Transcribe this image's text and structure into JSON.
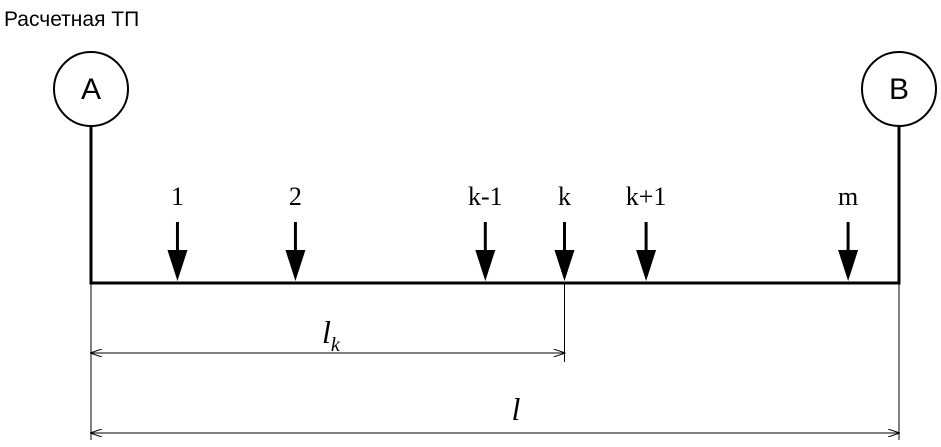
{
  "header": {
    "title": "Расчетная ТП"
  },
  "nodes": [
    {
      "id": "A",
      "label": "A"
    },
    {
      "id": "B",
      "label": "B"
    }
  ],
  "loads": [
    {
      "label": "1",
      "position": 0.107
    },
    {
      "label": "2",
      "position": 0.253
    },
    {
      "label": "k-1",
      "position": 0.488
    },
    {
      "label": "k",
      "position": 0.586
    },
    {
      "label": "k+1",
      "position": 0.687
    },
    {
      "label": "m",
      "position": 0.937
    }
  ],
  "dimensions": {
    "partial": {
      "symbol": "l",
      "subscript": "k",
      "to_load_index": 3
    },
    "total": {
      "symbol": "l"
    }
  },
  "colors": {
    "line": "#000000",
    "background": "#ffffff"
  }
}
